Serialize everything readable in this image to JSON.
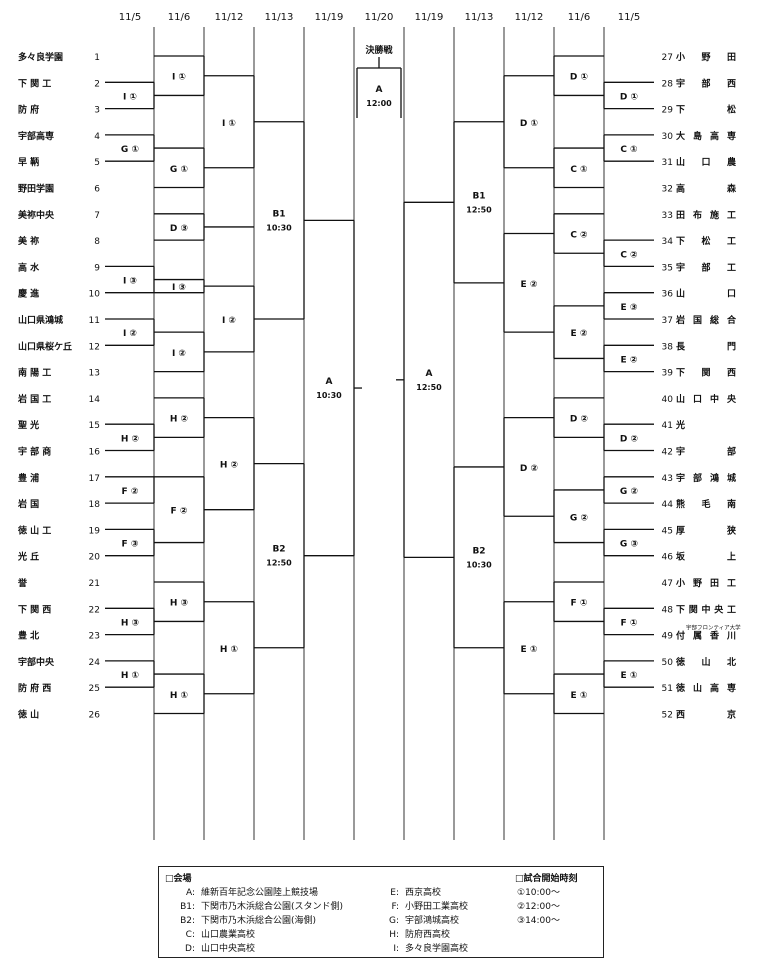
{
  "dates_left": [
    "11/5",
    "11/6",
    "11/12",
    "11/13",
    "11/19"
  ],
  "date_final": "11/20",
  "dates_right": [
    "11/19",
    "11/13",
    "11/12",
    "11/6",
    "11/5"
  ],
  "left_teams": [
    {
      "no": "1",
      "name": "多々良学園"
    },
    {
      "no": "2",
      "name": "下 関 工"
    },
    {
      "no": "3",
      "name": "防    府"
    },
    {
      "no": "4",
      "name": "宇部高専"
    },
    {
      "no": "5",
      "name": "早    鞆"
    },
    {
      "no": "6",
      "name": "野田学園"
    },
    {
      "no": "7",
      "name": "美祢中央"
    },
    {
      "no": "8",
      "name": "美    祢"
    },
    {
      "no": "9",
      "name": "高    水"
    },
    {
      "no": "10",
      "name": "慶    進"
    },
    {
      "no": "11",
      "name": "山口県鴻城"
    },
    {
      "no": "12",
      "name": "山口県桜ケ丘"
    },
    {
      "no": "13",
      "name": "南 陽 工"
    },
    {
      "no": "14",
      "name": "岩 国 工"
    },
    {
      "no": "15",
      "name": "聖    光"
    },
    {
      "no": "16",
      "name": "宇 部 商"
    },
    {
      "no": "17",
      "name": "豊    浦"
    },
    {
      "no": "18",
      "name": "岩    国"
    },
    {
      "no": "19",
      "name": "徳 山 工"
    },
    {
      "no": "20",
      "name": "光    丘"
    },
    {
      "no": "21",
      "name": "誉"
    },
    {
      "no": "22",
      "name": "下 関 西"
    },
    {
      "no": "23",
      "name": "豊    北"
    },
    {
      "no": "24",
      "name": "宇部中央"
    },
    {
      "no": "25",
      "name": "防 府 西"
    },
    {
      "no": "26",
      "name": "徳    山"
    }
  ],
  "right_teams": [
    {
      "no": "27",
      "name": "小 野 田"
    },
    {
      "no": "28",
      "name": "宇 部 西"
    },
    {
      "no": "29",
      "name": "下    松"
    },
    {
      "no": "30",
      "name": "大島高専"
    },
    {
      "no": "31",
      "name": "山 口 農"
    },
    {
      "no": "32",
      "name": "高    森"
    },
    {
      "no": "33",
      "name": "田布施工"
    },
    {
      "no": "34",
      "name": "下 松 工"
    },
    {
      "no": "35",
      "name": "宇 部 工"
    },
    {
      "no": "36",
      "name": "山    口"
    },
    {
      "no": "37",
      "name": "岩国総合"
    },
    {
      "no": "38",
      "name": "長    門"
    },
    {
      "no": "39",
      "name": "下 関 西"
    },
    {
      "no": "40",
      "name": "山口中央"
    },
    {
      "no": "41",
      "name": "光"
    },
    {
      "no": "42",
      "name": "宇    部"
    },
    {
      "no": "43",
      "name": "宇部鴻城"
    },
    {
      "no": "44",
      "name": "熊 毛 南"
    },
    {
      "no": "45",
      "name": "厚    狭"
    },
    {
      "no": "46",
      "name": "坂    上"
    },
    {
      "no": "47",
      "name": "小野田工"
    },
    {
      "no": "48",
      "name": "下関中央工"
    },
    {
      "no": "49",
      "name": "付属香川"
    },
    {
      "no": "50",
      "name": "徳 山 北"
    },
    {
      "no": "51",
      "name": "徳山高専"
    },
    {
      "no": "52",
      "name": "西    京"
    }
  ],
  "team49_sub": "宇部フロンティア大学",
  "match_labels": {
    "left_r1": [
      "I ①",
      "G ①",
      "I ③",
      "I ②",
      "H ②",
      "F ②",
      "F ③",
      "H ③",
      "H ①"
    ],
    "left_r2": [
      "I ①",
      "G ①",
      "D ③",
      "I ③",
      "I ②",
      "H ②",
      "F ②",
      "H ③",
      "H ①"
    ],
    "left_r3": [
      "I ①",
      "I ②",
      "H ②",
      "H ①"
    ],
    "left_r4": [
      {
        "label": "B1",
        "time": "10:30"
      },
      {
        "label": "B2",
        "time": "12:50"
      }
    ],
    "left_r5": {
      "label": "A",
      "time": "10:30"
    },
    "final": {
      "title": "決勝戦",
      "label": "A",
      "time": "12:00"
    },
    "right_r1": [
      "D ①",
      "C ①",
      "C ②",
      "E ③",
      "E ②",
      "D ②",
      "G ②",
      "G ③",
      "F ①",
      "E ①"
    ],
    "right_r2": [
      "D ①",
      "C ①",
      "C ②",
      "E ②",
      "D ②",
      "G ②",
      "F ①",
      "E ①"
    ],
    "right_r3": [
      "D ①",
      "E ②",
      "D ②",
      "E ①"
    ],
    "right_r4": [
      {
        "label": "B1",
        "time": "12:50"
      },
      {
        "label": "B2",
        "time": "10:30"
      }
    ],
    "right_r5": {
      "label": "A",
      "time": "12:50"
    }
  },
  "legend": {
    "venue_title": "□会場",
    "venues_left": [
      {
        "key": "A:",
        "name": "維新百年記念公園陸上競技場"
      },
      {
        "key": "B1:",
        "name": "下関市乃木浜総合公園(スタンド側)"
      },
      {
        "key": "B2:",
        "name": "下関市乃木浜総合公園(海側)"
      },
      {
        "key": "C:",
        "name": "山口農業高校"
      },
      {
        "key": "D:",
        "name": "山口中央高校"
      }
    ],
    "venues_mid": [
      {
        "key": "E:",
        "name": "西京高校"
      },
      {
        "key": "F:",
        "name": "小野田工業高校"
      },
      {
        "key": "G:",
        "name": "宇部鴻城高校"
      },
      {
        "key": "H:",
        "name": "防府西高校"
      },
      {
        "key": "I:",
        "name": "多々良学園高校"
      }
    ],
    "time_title": "□試合開始時刻",
    "times": [
      "①10:00～",
      "②12:00～",
      "③14:00～"
    ]
  }
}
